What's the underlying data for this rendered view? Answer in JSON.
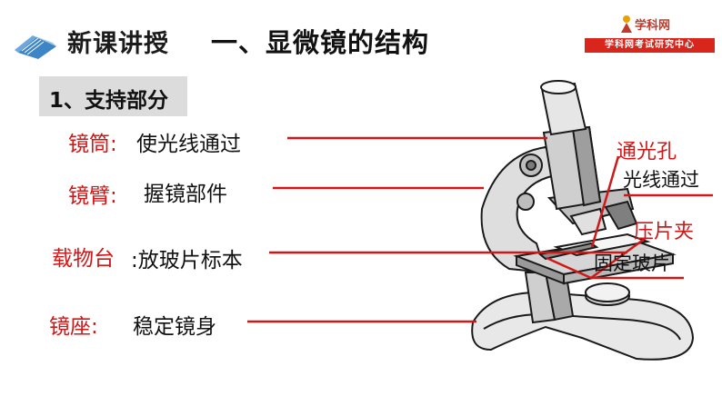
{
  "header": {
    "section_tag": "新课讲授",
    "title": "一、显微镜的结构"
  },
  "logo": {
    "name": "学科网",
    "banner": "学科网考试研究中心"
  },
  "subheading": "1、支持部分",
  "parts": [
    {
      "name": "镜筒:",
      "desc": "使光线通过"
    },
    {
      "name": "镜臂:",
      "desc": "握镜部件"
    },
    {
      "name": "载物台",
      "desc": ":放玻片标本"
    },
    {
      "name": "镜座:",
      "desc": "稳定镜身"
    }
  ],
  "right_parts": [
    {
      "name": "通光孔",
      "desc": "光线通过"
    },
    {
      "name": "压片夹",
      "desc": "固定玻片"
    }
  ],
  "colors": {
    "accent_red": "#d01818",
    "logo_red": "#d9261c",
    "subhead_bg": "#dcdcdc"
  }
}
